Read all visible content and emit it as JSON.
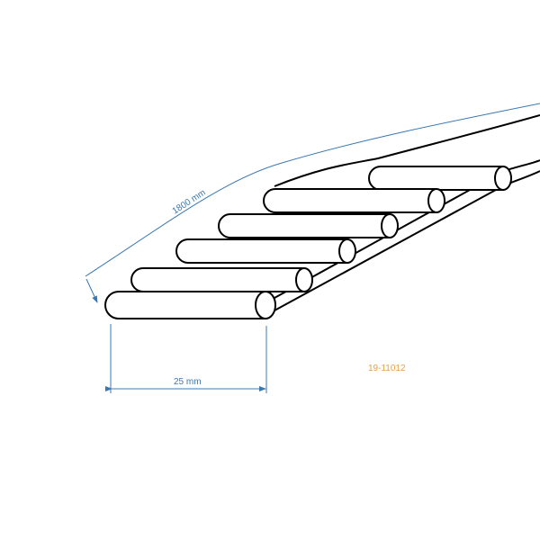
{
  "dimensions": {
    "length_label": "1800 mm",
    "width_label": "25 mm"
  },
  "part_number": "19-11012",
  "colors": {
    "dimension": "#3a78b0",
    "part_number": "#e8a040",
    "outline": "#000000"
  }
}
